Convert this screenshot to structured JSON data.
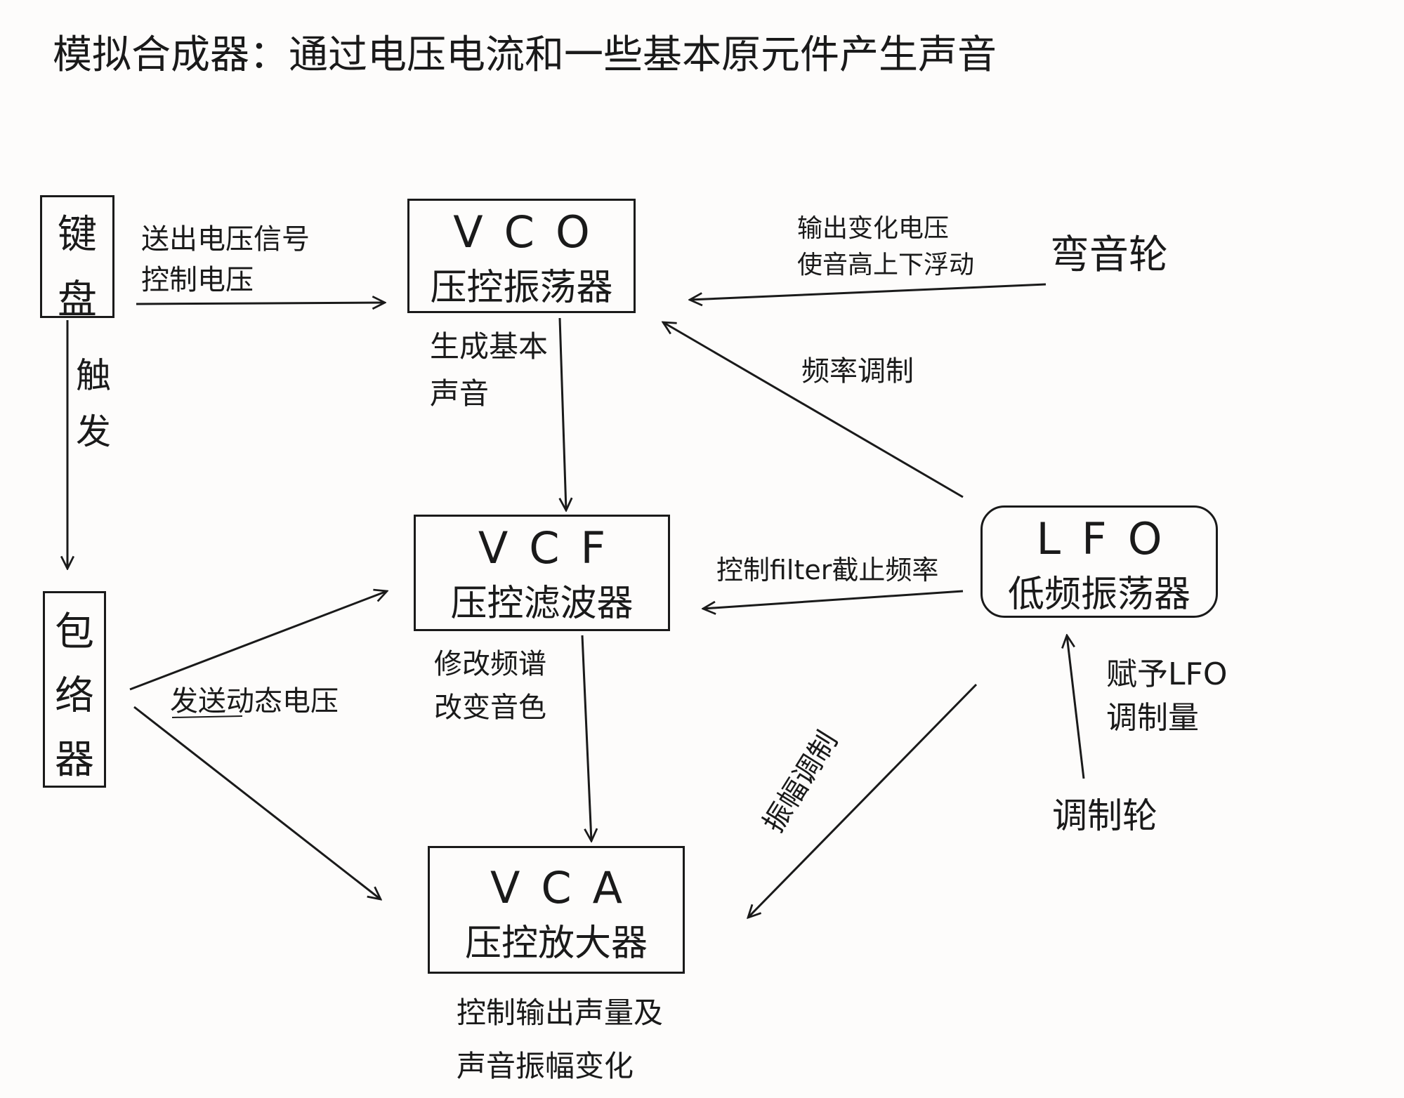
{
  "title": "模拟合成器：通过电压电流和一些基本原元件产生声音",
  "nodes": {
    "keyboard": {
      "label_1": "键",
      "label_2": "盘"
    },
    "envelope": {
      "label_1": "包",
      "label_2": "络",
      "label_3": "器"
    },
    "vco": {
      "abbr": "VCO",
      "name": "压控振荡器"
    },
    "vcf": {
      "abbr": "VCF",
      "name": "压控滤波器"
    },
    "vca": {
      "abbr": "VCA",
      "name": "压控放大器"
    },
    "lfo": {
      "abbr": "LFO",
      "name": "低频振荡器"
    },
    "pitch_wheel": {
      "label": "弯音轮"
    },
    "mod_wheel": {
      "label": "调制轮"
    }
  },
  "edges": {
    "keyboard_to_vco": {
      "line_1": "送出电压信号",
      "line_2": "控制电压"
    },
    "keyboard_to_envelope": {
      "line_1": "触",
      "line_2": "发"
    },
    "pitch_wheel_to_vco": {
      "line_1": "输出变化电压",
      "line_2": "使音高上下浮动"
    },
    "vco_to_vcf": {
      "line_1": "生成基本",
      "line_2": "声音"
    },
    "lfo_to_vco": {
      "label": "频率调制"
    },
    "lfo_to_vcf": {
      "label": "控制filter截止频率"
    },
    "envelope_out": {
      "label": "发送动态电压"
    },
    "vcf_to_vca": {
      "line_1": "修改频谱",
      "line_2": "改变音色"
    },
    "lfo_to_vca": {
      "label": "振幅调制"
    },
    "mod_wheel_to_lfo": {
      "line_1": "赋予LFO",
      "line_2": "调制量"
    },
    "vca_out": {
      "line_1": "控制输出声量及",
      "line_2": "声音振幅变化"
    }
  }
}
